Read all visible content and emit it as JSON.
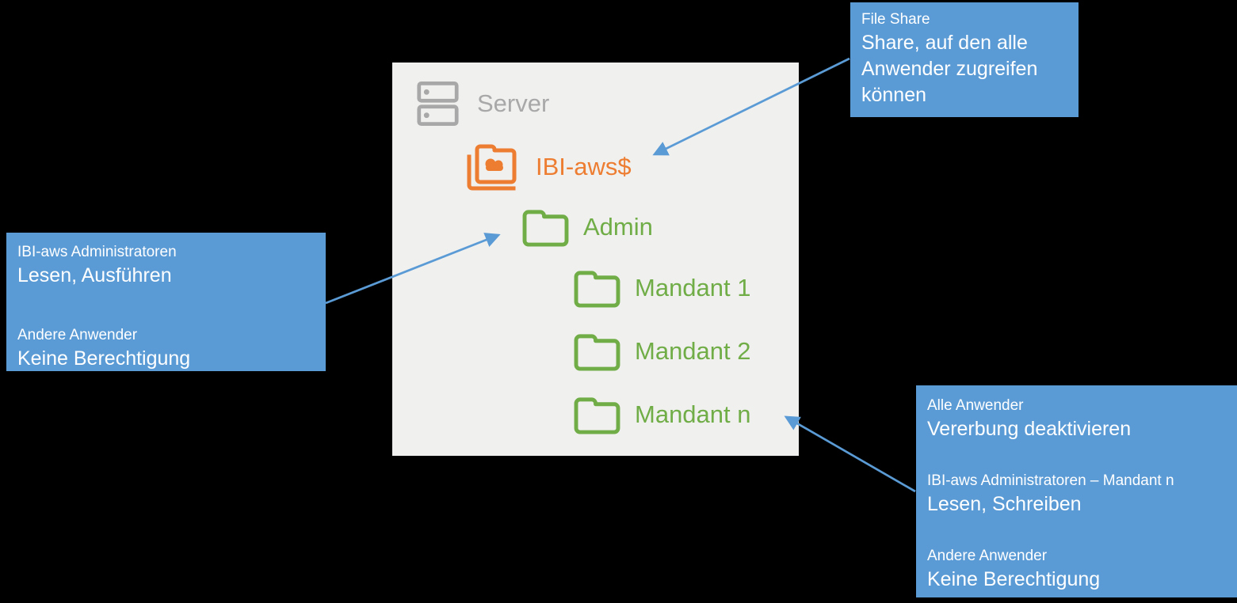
{
  "colors": {
    "background": "#000000",
    "panel_bg": "#F0F0EF",
    "note_bg": "#5B9BD5",
    "arrow": "#5B9BD5",
    "orange": "#ED7D31",
    "green": "#70AD47",
    "gray": "#A8A8A8",
    "note_text": "#FFFFFF"
  },
  "tree": {
    "server": {
      "label": "Server",
      "icon": "server-icon"
    },
    "share": {
      "label": "IBI-aws$",
      "icon": "cloud-shared-folder-icon"
    },
    "folders": [
      {
        "label": "Admin",
        "icon": "folder-icon"
      },
      {
        "label": "Mandant 1",
        "icon": "folder-icon"
      },
      {
        "label": "Mandant 2",
        "icon": "folder-icon"
      },
      {
        "label": "Mandant n",
        "icon": "folder-icon"
      }
    ]
  },
  "annotations": {
    "file_share": {
      "groups": [
        {
          "title": "File Share",
          "value": "Share, auf den alle Anwender zugreifen können"
        }
      ]
    },
    "admin": {
      "groups": [
        {
          "title": "IBI-aws Administratoren",
          "value": "Lesen, Ausführen"
        },
        {
          "title": "Andere Anwender",
          "value": "Keine Berechtigung"
        }
      ]
    },
    "mandant": {
      "groups": [
        {
          "title": "Alle Anwender",
          "value": "Vererbung deaktivieren"
        },
        {
          "title": "IBI-aws Administratoren – Mandant n",
          "value": "Lesen, Schreiben"
        },
        {
          "title": "Andere Anwender",
          "value": "Keine Berechtigung"
        }
      ]
    }
  }
}
